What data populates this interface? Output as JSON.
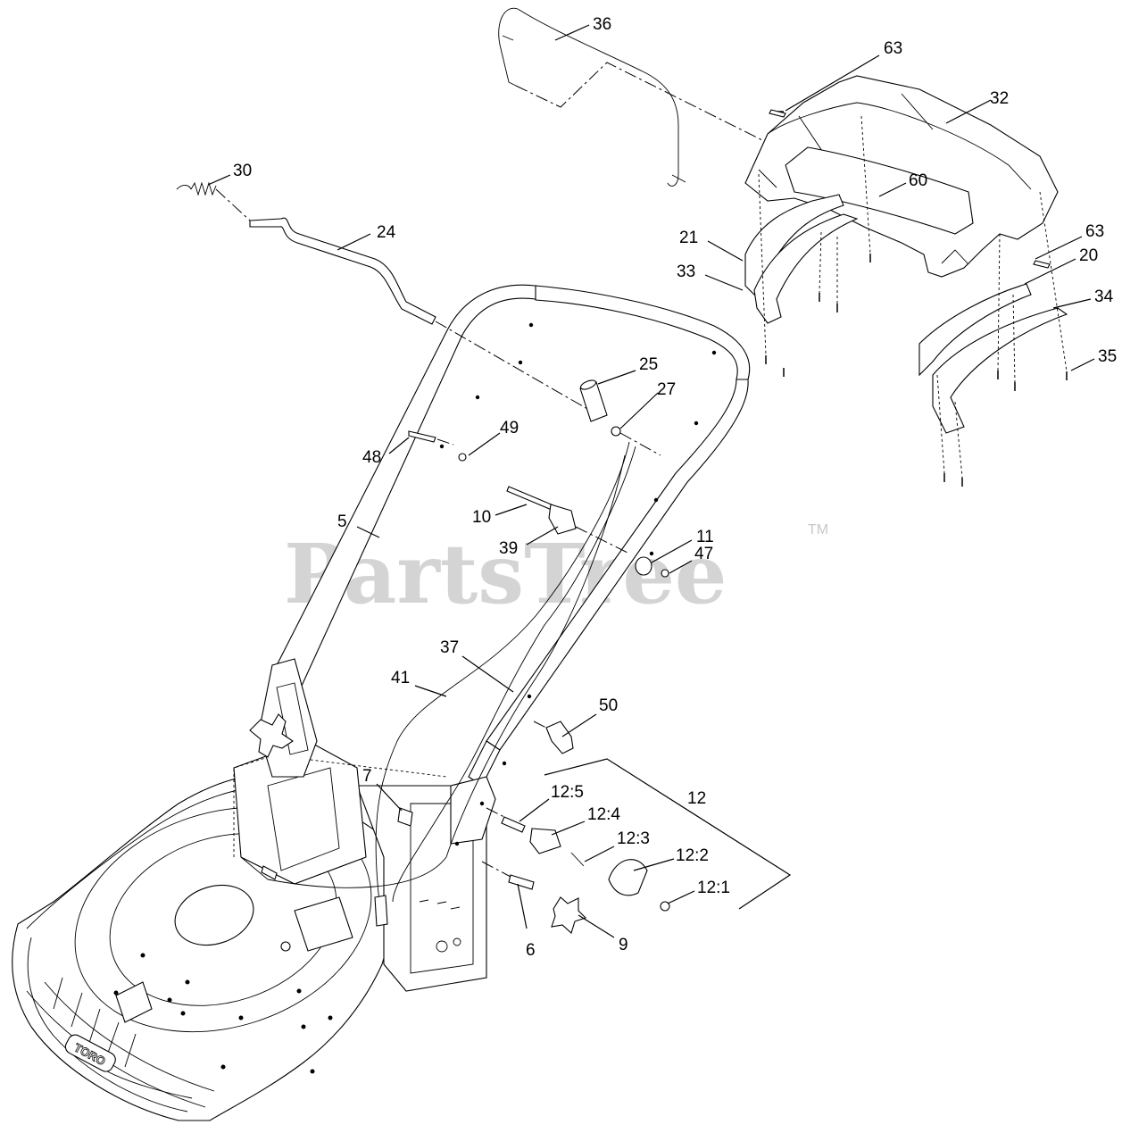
{
  "watermark": {
    "brand": "PartsTree",
    "trademark": "TM"
  },
  "deck_logo": "TORO",
  "callouts": {
    "c36": "36",
    "c63a": "63",
    "c32": "32",
    "c30": "30",
    "c60": "60",
    "c24": "24",
    "c21": "21",
    "c63b": "63",
    "c20": "20",
    "c33": "33",
    "c34": "34",
    "c35": "35",
    "c25": "25",
    "c27": "27",
    "c49": "49",
    "c48": "48",
    "c10": "10",
    "c5": "5",
    "c39": "39",
    "c11": "11",
    "c47": "47",
    "c37": "37",
    "c41": "41",
    "c50": "50",
    "c7": "7",
    "c12": "12",
    "c12_5": "12:5",
    "c12_4": "12:4",
    "c12_3": "12:3",
    "c12_2": "12:2",
    "c12_1": "12:1",
    "c6": "6",
    "c9": "9"
  }
}
